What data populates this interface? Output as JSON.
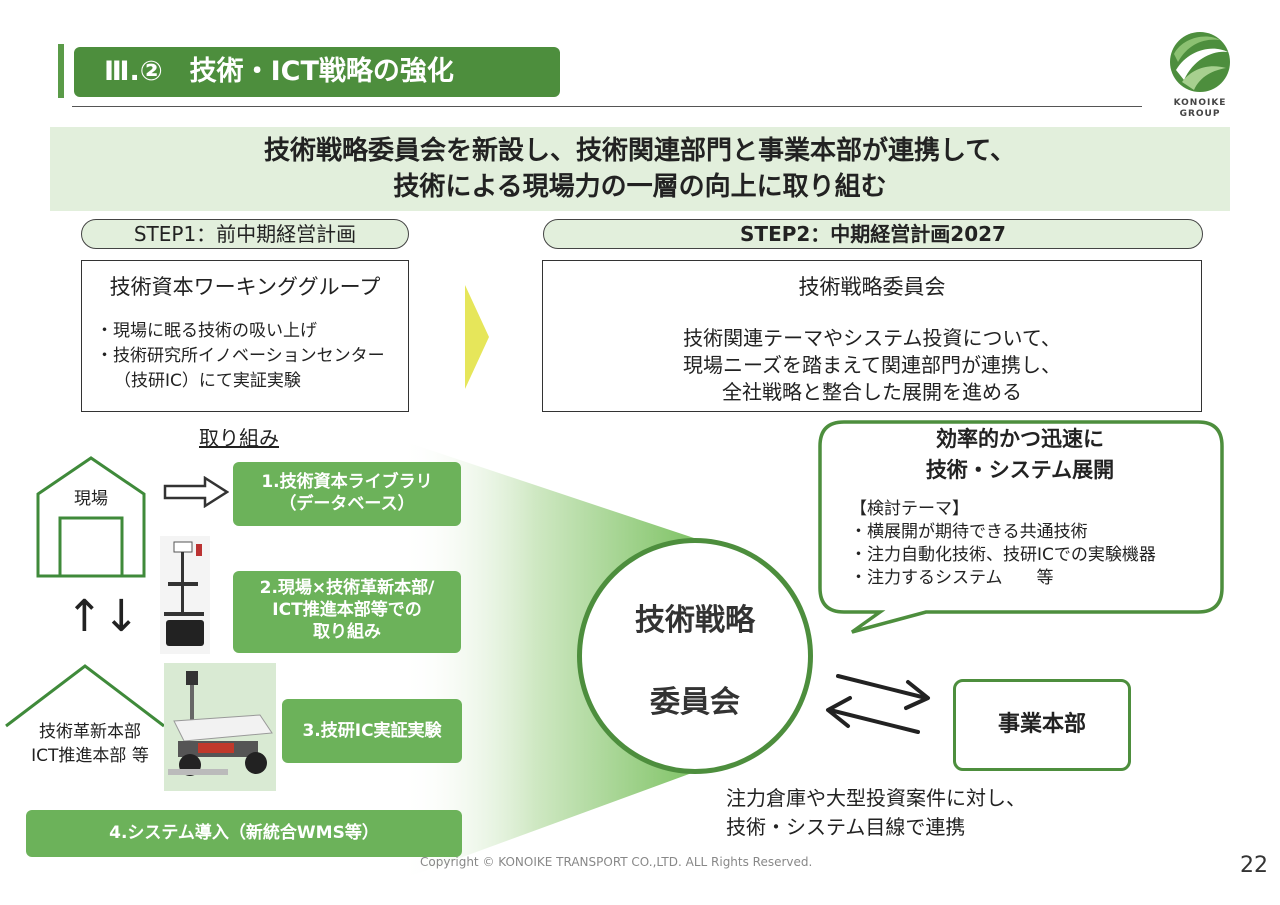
{
  "header": {
    "title": "Ⅲ.②　技術・ICT戦略の強化",
    "logo_text_1": "KONOIKE",
    "logo_text_2": "GROUP"
  },
  "banner": {
    "line1": "技術戦略委員会を新設し、技術関連部門と事業本部が連携して、",
    "line2": "技術による現場力の一層の向上に取り組む"
  },
  "step1": {
    "label": "STEP1：前中期経営計画",
    "box_title": "技術資本ワーキンググループ",
    "item1": "・現場に眠る技術の吸い上げ",
    "item2": "・技術研究所イノベーションセンター（技研IC）にて実証実験"
  },
  "step2": {
    "label": "STEP2：中期経営計画2027",
    "box_title": "技術戦略委員会",
    "line1": "技術関連テーマやシステム投資について、",
    "line2": "現場ニーズを踏まえて関連部門が連携し、",
    "line3": "全社戦略と整合した展開を進める"
  },
  "torikumi": "取り組み",
  "left": {
    "genba": "現場",
    "hq_line1": "技術革新本部",
    "hq_line2": "ICT推進本部 等",
    "updown": "↑↓"
  },
  "actions": {
    "a1_line1": "1.技術資本ライブラリ",
    "a1_line2": "（データベース）",
    "a2_line1": "2.現場×技術革新本部/",
    "a2_line2": "ICT推進本部等での",
    "a2_line3": "取り組み",
    "a3": "3.技研IC実証実験",
    "a4": "4.システム導入（新統合WMS等）"
  },
  "circle": {
    "line1": "技術戦略",
    "line2": "委員会"
  },
  "bubble": {
    "title1": "効率的かつ迅速に",
    "title2": "技術・システム展開",
    "theme": "【検討テーマ】",
    "item1": "・横展開が期待できる共通技術",
    "item2": "・注力自動化技術、技研ICでの実験機器",
    "item3": "・注力するシステム　　等"
  },
  "jigyo": "事業本部",
  "note": {
    "line1": "注力倉庫や大型投資案件に対し、",
    "line2": "技術・システム目線で連携"
  },
  "footer": {
    "copyright": "Copyright © KONOIKE TRANSPORT CO.,LTD.  ALL Rights Reserved.",
    "page": "22"
  },
  "colors": {
    "green_dark": "#4d8e3d",
    "green_button": "#6cb25a",
    "green_light": "#e2efdc",
    "yellow_arrow": "#e6e65a"
  }
}
